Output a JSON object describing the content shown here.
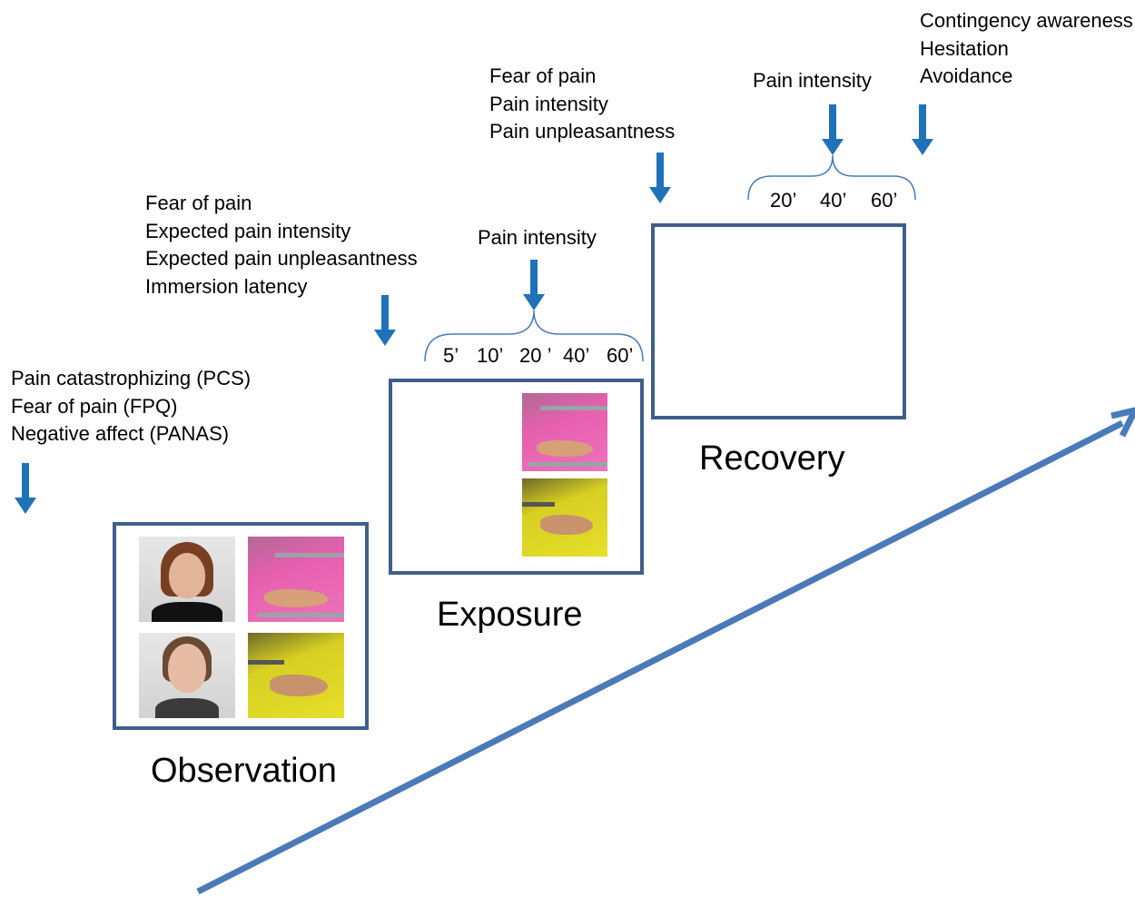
{
  "colors": {
    "arrow_blue": "#1f72b8",
    "trend_arrow": "#4a7ab8",
    "box_border": "#3f5f8a",
    "pink_stimulus": "#e85faf",
    "yellow_stimulus": "#d7cf22"
  },
  "baseline_measures": [
    "Pain catastrophizing (PCS)",
    "Fear of pain (FPQ)",
    "Negative affect (PANAS)"
  ],
  "pre_exposure_measures": [
    "Fear of pain",
    "Expected pain intensity",
    "Expected pain unpleasantness",
    "Immersion latency"
  ],
  "exposure_timepoints_label": "Pain intensity",
  "exposure_timepoints": [
    "5’",
    "10’",
    "20 ’",
    "40’",
    "60’"
  ],
  "pre_recovery_measures": [
    "Fear of pain",
    "Pain intensity",
    "Pain unpleasantness"
  ],
  "recovery_timepoints_label": "Pain intensity",
  "recovery_timepoints": [
    "20’",
    "40’",
    "60’"
  ],
  "final_measures": [
    "Contingency awareness",
    "Hesitation",
    "Avoidance"
  ],
  "stages": {
    "observation": "Observation",
    "exposure": "Exposure",
    "recovery": "Recovery"
  },
  "icons": [
    "down-arrow-icon",
    "brace-icon",
    "trend-arrow-icon"
  ]
}
